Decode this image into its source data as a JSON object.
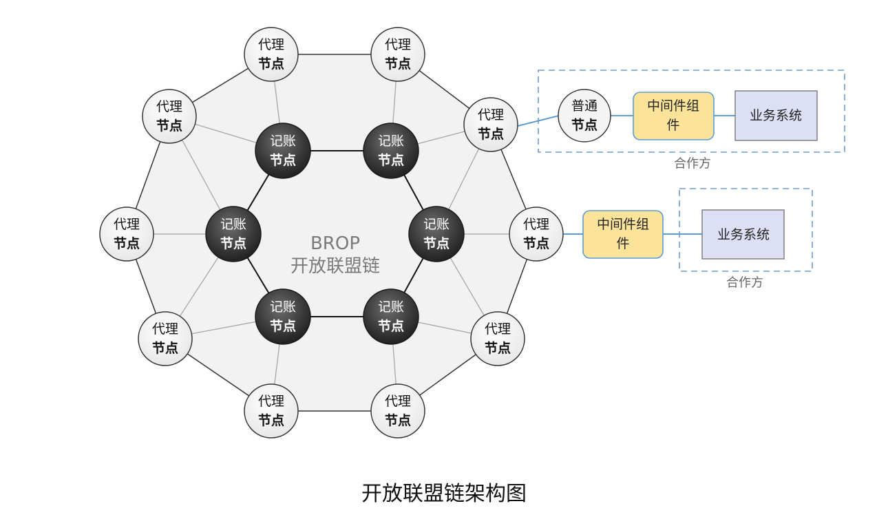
{
  "colors": {
    "proxy_fill": "#f4f4f4",
    "proxy_stroke": "#555555",
    "ledger_fill": "#3d3d3d",
    "ledger_text": "#ffffff",
    "middleware_fill": "#fbe39a",
    "middleware_stroke": "#5b9bd5",
    "business_fill": "#dde0f4",
    "business_stroke": "#7f7f7f",
    "dashed_border": "#6d9bcf",
    "link_line": "#5b9bd5",
    "mesh_fill": "#f2f2f2"
  },
  "center": {
    "line1": "BROP",
    "line2": "开放联盟链"
  },
  "proxy_nodes": [
    {
      "line1": "代理",
      "line2": "节点"
    },
    {
      "line1": "代理",
      "line2": "节点"
    },
    {
      "line1": "代理",
      "line2": "节点"
    },
    {
      "line1": "代理",
      "line2": "节点"
    },
    {
      "line1": "代理",
      "line2": "节点"
    },
    {
      "line1": "代理",
      "line2": "节点"
    },
    {
      "line1": "代理",
      "line2": "节点"
    },
    {
      "line1": "代理",
      "line2": "节点"
    },
    {
      "line1": "代理",
      "line2": "节点"
    },
    {
      "line1": "代理",
      "line2": "节点"
    }
  ],
  "ledger_nodes": [
    {
      "line1": "记账",
      "line2": "节点"
    },
    {
      "line1": "记账",
      "line2": "节点"
    },
    {
      "line1": "记账",
      "line2": "节点"
    },
    {
      "line1": "记账",
      "line2": "节点"
    },
    {
      "line1": "记账",
      "line2": "节点"
    },
    {
      "line1": "记账",
      "line2": "节点"
    }
  ],
  "partner1": {
    "normal_node": {
      "line1": "普通",
      "line2": "节点"
    },
    "middleware": {
      "line1": "中间件组",
      "line2": "件"
    },
    "business": "业务系统",
    "label": "合作方"
  },
  "partner2": {
    "middleware": {
      "line1": "中间件组",
      "line2": "件"
    },
    "business": "业务系统",
    "label": "合作方"
  },
  "caption": "开放联盟链架构图"
}
